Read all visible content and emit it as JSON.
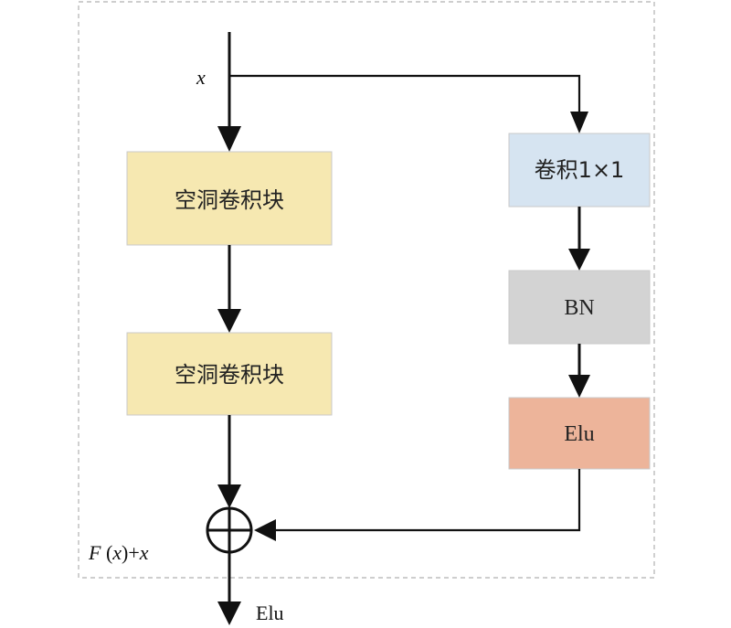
{
  "diagram": {
    "input_label": "x",
    "left_branch": {
      "block1": "空洞卷积块",
      "block2": "空洞卷积块"
    },
    "right_branch": {
      "conv": "卷积1×1",
      "bn": "BN",
      "elu": "Elu"
    },
    "sum_label_parts": [
      "F",
      " (",
      "x",
      ")+",
      "x"
    ],
    "output_label": "Elu"
  },
  "colors": {
    "dilated_block": "#F6E8B1",
    "conv_block": "#D6E4F1",
    "bn_block": "#D3D3D3",
    "elu_block": "#EDB49A",
    "frame_dashed": "#B0B0B0"
  }
}
